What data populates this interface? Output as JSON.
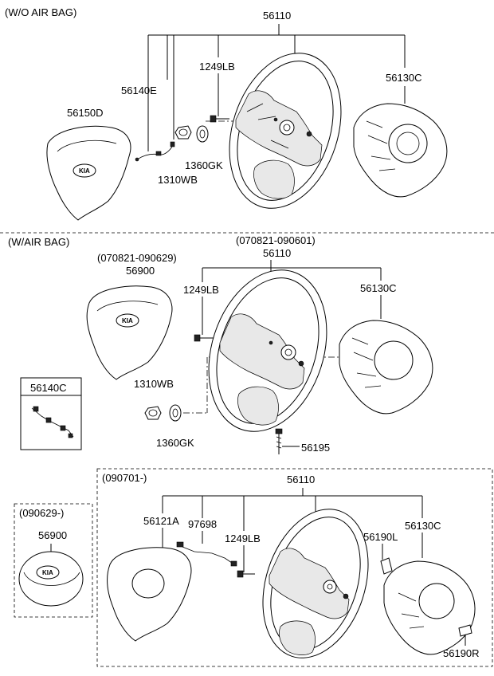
{
  "sections": {
    "wo_airbag": {
      "title": "(W/O AIR BAG)",
      "labels": {
        "main": "56110",
        "screw": "1249LB",
        "cover": "56130C",
        "wire": "56140E",
        "pad": "56150D",
        "washer": "1360GK",
        "nut": "1310WB"
      }
    },
    "w_airbag": {
      "title": "(W/AIR BAG)",
      "main_date": "(070821-090601)",
      "main": "56110",
      "airbag_date": "(070821-090629)",
      "airbag": "56900",
      "screw": "1249LB",
      "cover": "56130C",
      "inset_label": "56140C",
      "nut": "1310WB",
      "washer": "1360GK",
      "bolt": "56195"
    },
    "later": {
      "date": "(090701-)",
      "main": "56110",
      "pad": "56121A",
      "wire": "97698",
      "screw": "1249LB",
      "left_trim": "56190L",
      "cover": "56130C",
      "right_trim": "56190R"
    },
    "airbag_box": {
      "date": "(090629-)",
      "part": "56900"
    }
  },
  "logo_text": "KIA"
}
